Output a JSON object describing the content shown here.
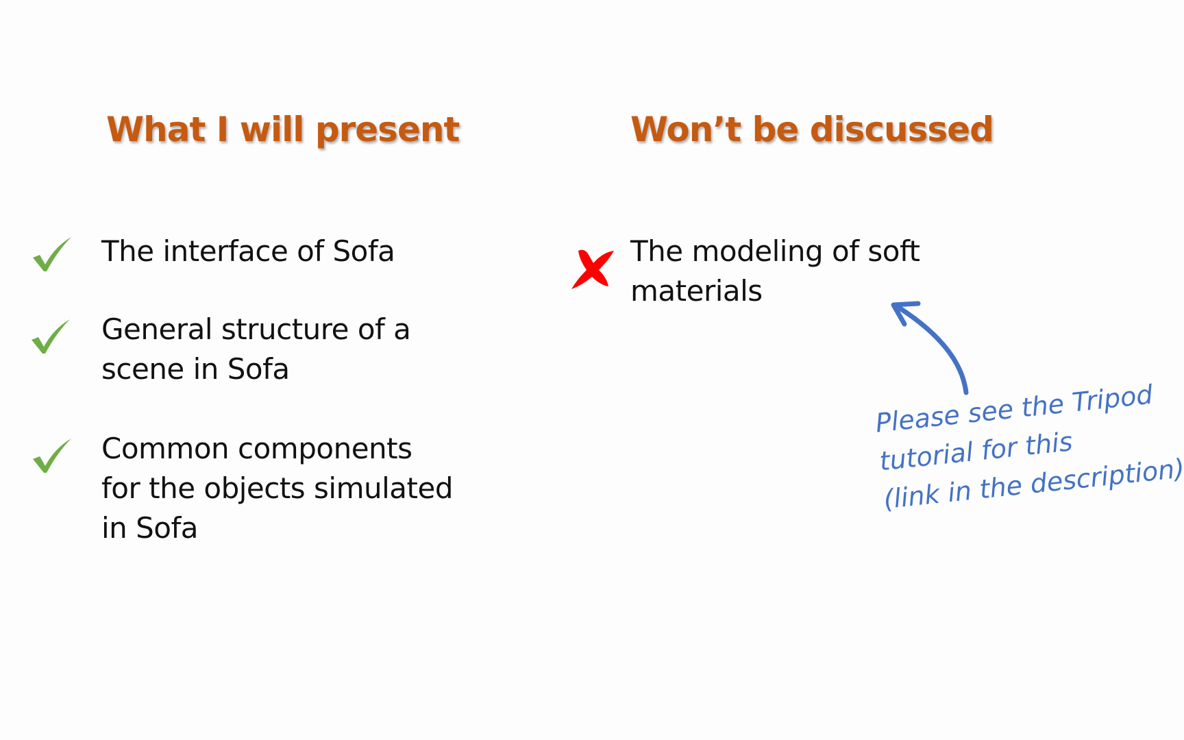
{
  "left_column": {
    "heading": "What I will present",
    "items": [
      {
        "icon": "check-icon",
        "text": "The interface of Sofa"
      },
      {
        "icon": "check-icon",
        "text": "General structure of a scene in Sofa"
      },
      {
        "icon": "check-icon",
        "text": "Common components for the objects simulated in Sofa"
      }
    ]
  },
  "right_column": {
    "heading": "Won’t be discussed",
    "items": [
      {
        "icon": "cross-icon",
        "text": "The modeling of soft materials"
      }
    ]
  },
  "annotation": {
    "lines": [
      "Please see the Tripod",
      "tutorial for this",
      "(link in the description)"
    ],
    "icon": "curved-arrow-icon"
  },
  "colors": {
    "heading": "#c55a11",
    "check": "#70ad47",
    "cross": "#ff0000",
    "annotation": "#4472c4"
  }
}
